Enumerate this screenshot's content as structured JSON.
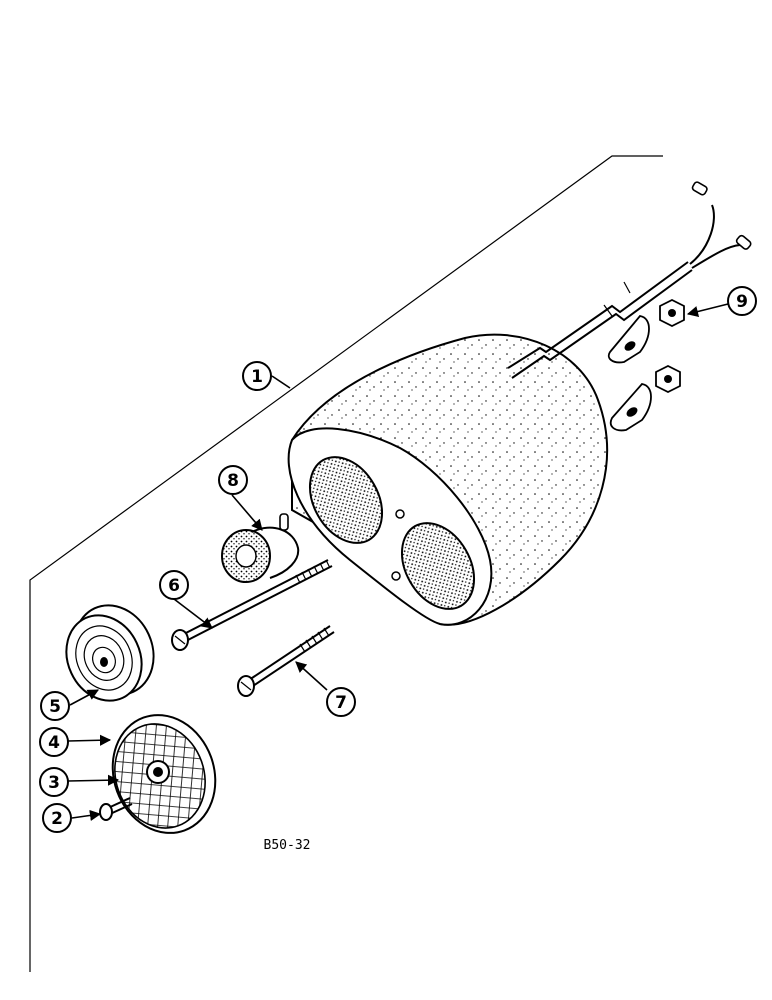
{
  "drawing": {
    "reference": "B50-32",
    "callouts": [
      "1",
      "2",
      "3",
      "4",
      "5",
      "6",
      "7",
      "8",
      "9"
    ]
  }
}
